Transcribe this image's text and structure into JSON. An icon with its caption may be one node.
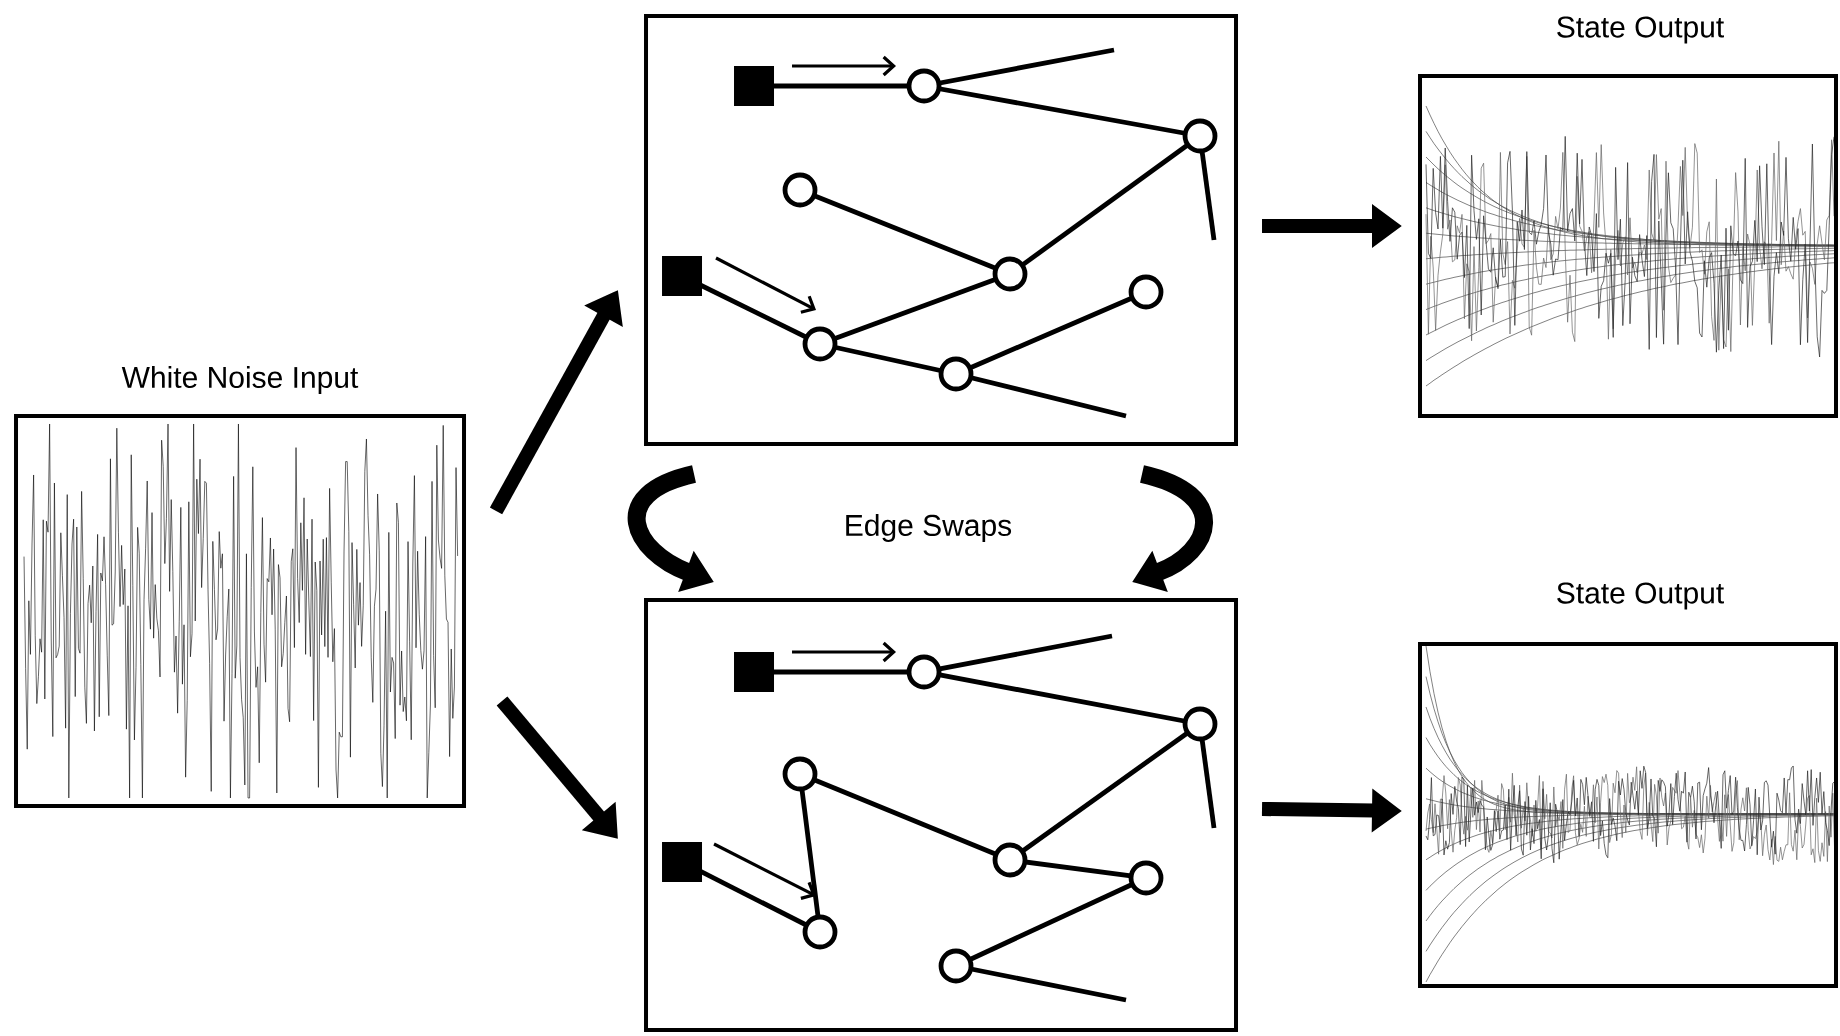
{
  "diagram": {
    "nodes": [
      {
        "text": [
          "White Noise Input"
        ]
      },
      {
        "text": [],
        "shape": "picture"
      },
      {
        "text": [],
        "shape": "picture"
      },
      {
        "text": [
          "State Output"
        ]
      },
      {
        "text": [
          "State Output"
        ]
      }
    ],
    "edges": [
      {
        "from": 0,
        "to": 1,
        "arrow": "to"
      },
      {
        "from": 0,
        "to": 2,
        "arrow": "to"
      },
      {
        "from": 1,
        "to": 3,
        "arrow": "to"
      },
      {
        "from": 2,
        "to": 4,
        "arrow": "to"
      },
      {
        "from": 1,
        "to": 2,
        "arrow": "to"
      },
      {
        "from": 1,
        "to": 2,
        "arrow": "to"
      }
    ],
    "labels": [
      "Edge Swaps"
    ]
  }
}
